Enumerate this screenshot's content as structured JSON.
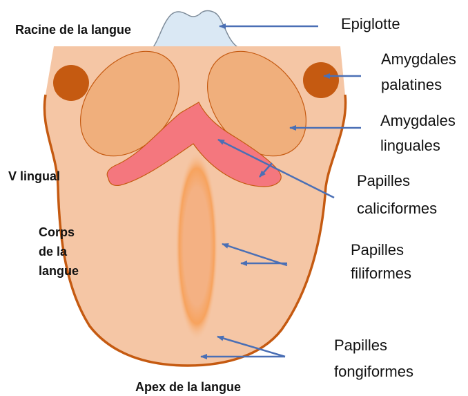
{
  "labels": {
    "racine": "Racine de la langue",
    "v_lingual": "V lingual",
    "corps": [
      "Corps",
      "de la",
      "langue"
    ],
    "apex": "Apex de la langue",
    "epiglotte": "Epiglotte",
    "amygdales_palatines": [
      "Amygdales",
      "palatines"
    ],
    "amygdales_linguales": [
      "Amygdales",
      "linguales"
    ],
    "papilles_caliciformes": [
      "Papilles",
      "caliciformes"
    ],
    "papilles_filiformes": [
      "Papilles",
      "filiformes"
    ],
    "papilles_fongiformes": [
      "Papilles",
      "fongiformes"
    ]
  },
  "colors": {
    "tongue_fill": "#F5C6A5",
    "tongue_outline": "#C55A11",
    "tonsil_fill": "#F0AF7C",
    "palatine_fill": "#C55A11",
    "v_fill": "#F4777E",
    "epiglottis_fill": "#DAE8F4",
    "epiglottis_outline": "#7E8C9A",
    "arrow": "#4A6FB5",
    "groove_glow": "#F4A460"
  }
}
